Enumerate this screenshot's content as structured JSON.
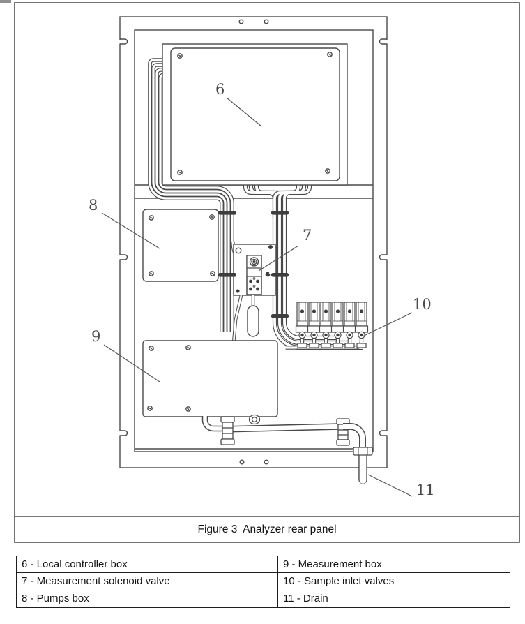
{
  "figure": {
    "caption": "Figure 3  Analyzer rear panel",
    "callouts": [
      {
        "number": "6"
      },
      {
        "number": "7"
      },
      {
        "number": "8"
      },
      {
        "number": "9"
      },
      {
        "number": "10"
      },
      {
        "number": "11"
      }
    ]
  },
  "legend_table": {
    "rows": [
      {
        "left": "6 - Local controller box",
        "right": "9 - Measurement box"
      },
      {
        "left": "7 - Measurement solenoid valve",
        "right": "10 - Sample inlet valves"
      },
      {
        "left": "8 - Pumps box",
        "right": "11 - Drain"
      }
    ]
  },
  "colors": {
    "line": "#4a4a4a",
    "dark": "#3d3d3d",
    "table_border": "#1d1d1d"
  }
}
